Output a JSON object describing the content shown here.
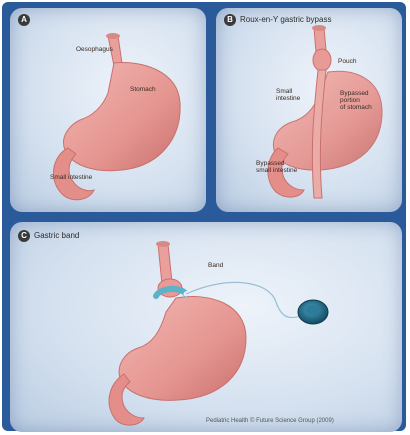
{
  "panels": {
    "a": {
      "badge": "A",
      "labels": {
        "oesophagus": "Oesophagus",
        "stomach": "Stomach",
        "small_intestine": "Small intestine"
      }
    },
    "b": {
      "badge": "B",
      "title": "Roux-en-Y gastric bypass",
      "labels": {
        "pouch": "Pouch",
        "small_intestine_1": "Small",
        "small_intestine_2": "intestine",
        "bypassed_portion_1": "Bypassed",
        "bypassed_portion_2": "portion",
        "bypassed_portion_3": "of stomach",
        "bypassed_intestine_1": "Bypassed",
        "bypassed_intestine_2": "small intestine"
      }
    },
    "c": {
      "badge": "C",
      "title": "Gastric band",
      "labels": {
        "band": "Band"
      },
      "credit": "Pediatric Health © Future Science Group (2009)"
    }
  },
  "colors": {
    "frame": "#2a5a99",
    "stomach": "#e9a09c",
    "stomach_dark": "#c9706e",
    "band": "#5ab3c9",
    "port": "#1f6a86"
  }
}
